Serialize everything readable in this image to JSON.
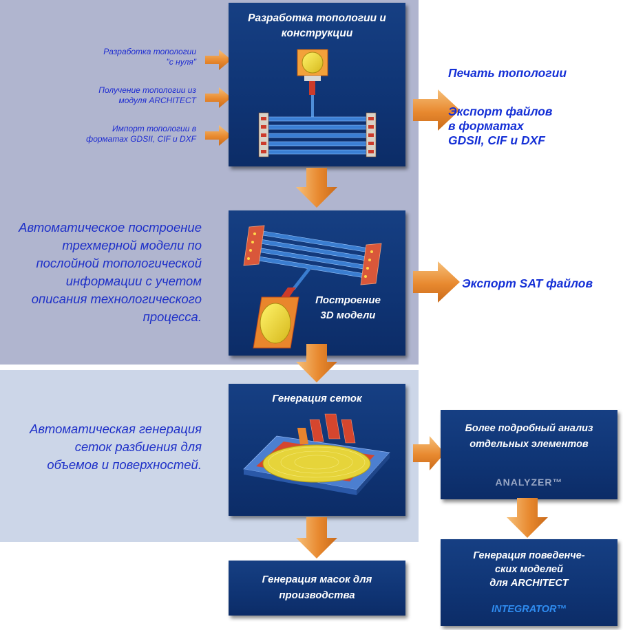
{
  "colors": {
    "panel_top": "#b0b5cf",
    "panel_mid": "#ccd6e8",
    "box_blue": "#123a7c",
    "arrow_orange": "#e8892f",
    "note_blue": "#1e30c8"
  },
  "design_box": {
    "title": "Разработка топологии и\nконструкции"
  },
  "inputs": [
    {
      "text": "Разработка топологии\n\"с нуля\""
    },
    {
      "text": "Получение топологии из\nмодуля ARCHITECT"
    },
    {
      "text": "Импорт топологии в\nформатах GDSII, CIF и DXF"
    }
  ],
  "outputs": {
    "print": "Печать топологии",
    "export_files": "Экспорт файлов\nв форматах\nGDSII, CIF и DXF",
    "export_sat": "Экспорт SAT файлов"
  },
  "model_box": {
    "title": "Построение\n3D модели"
  },
  "model_note": "Автоматическое построение\nтрехмерной модели по\nпослойной топологической\nинформации с учетом\nописания технологического\nпроцесса.",
  "mesh_box": {
    "title": "Генерация сеток"
  },
  "mesh_note": "Автоматическая генерация\nсеток разбиения для\nобъемов и поверхностей.",
  "masks_box": {
    "title": "Генерация масок для\nпроизводства"
  },
  "analysis_box": {
    "title": "Более подробный анализ\nотдельных элементов",
    "product": "ANALYZER™"
  },
  "behavior_box": {
    "title": "Генерация поведенче-\nских моделей\nдля ARCHITECT",
    "product": "INTEGRATOR™"
  }
}
